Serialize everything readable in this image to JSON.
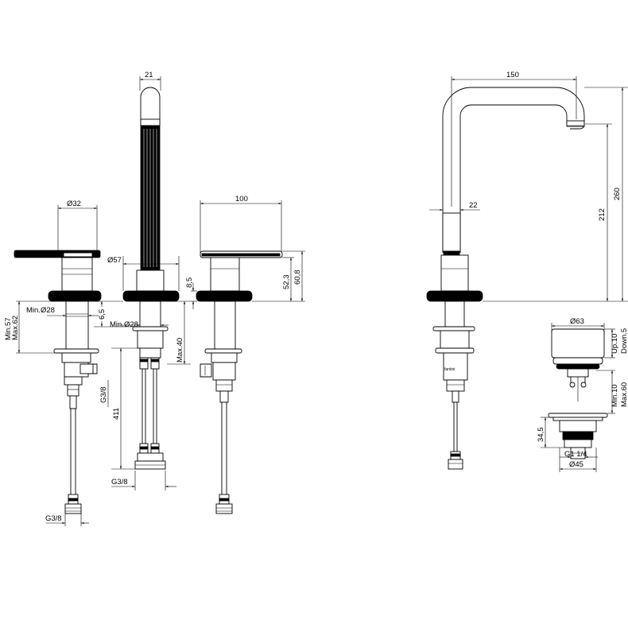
{
  "dimensions": {
    "d32": "Ø32",
    "min57": "Min.57",
    "max62": "Max.62",
    "min_d28_left": "Min.Ø28",
    "g38_left": "G3/8",
    "d21": "21",
    "d57": "Ø57",
    "d6_5": "6,5",
    "min_d28_mid": "Min.Ø28",
    "max40": "Max.40",
    "g38_diag": "G3/8",
    "d411": "411",
    "g38_bottom": "G3/8",
    "d100": "100",
    "d8_5": "8,5",
    "d52_3": "52,3",
    "d60_8": "60,8",
    "d150": "150",
    "d22": "22",
    "d212": "212",
    "d260": "260",
    "d63": "Ø63",
    "up10": "Up.10",
    "down5": "Down.5",
    "min10": "Min.10",
    "max60": "Max.60",
    "d34_5": "34,5",
    "g114": "G1 1/4",
    "d45": "Ø45"
  },
  "brand_mark": "fantini"
}
